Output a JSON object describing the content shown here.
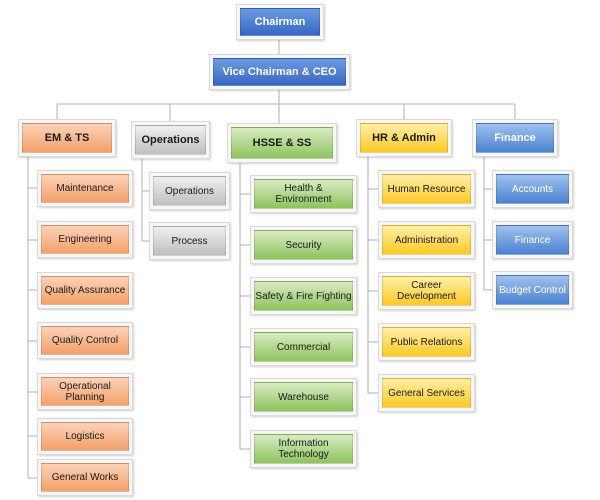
{
  "chairman": "Chairman",
  "ceo": "Vice Chairman  & CEO",
  "departments": [
    {
      "title": "EM & TS",
      "units": [
        "Maintenance",
        "Engineering",
        "Quality Assurance",
        "Quality Control",
        "Operational Planning",
        "Logistics",
        "General Works"
      ]
    },
    {
      "title": "Operations",
      "units": [
        "Operations",
        "Process"
      ]
    },
    {
      "title": "HSSE & SS",
      "units": [
        "Health & Environment",
        "Security",
        "Safety & Fire Fighting",
        "Commercial",
        "Warehouse",
        "Information Technology"
      ]
    },
    {
      "title": "HR & Admin",
      "units": [
        "Human Resource",
        "Administration",
        "Career Development",
        "Public Relations",
        "General Services"
      ]
    },
    {
      "title": "Finance",
      "units": [
        "Accounts",
        "Finance",
        "Budget Control"
      ]
    }
  ],
  "colors": {
    "top": "#3767c4",
    "em_ts": "#f4a069",
    "operations": "#bfbfbf",
    "hsse": "#8ec35d",
    "hr_admin": "#ffc926",
    "finance": "#4a82d2"
  }
}
